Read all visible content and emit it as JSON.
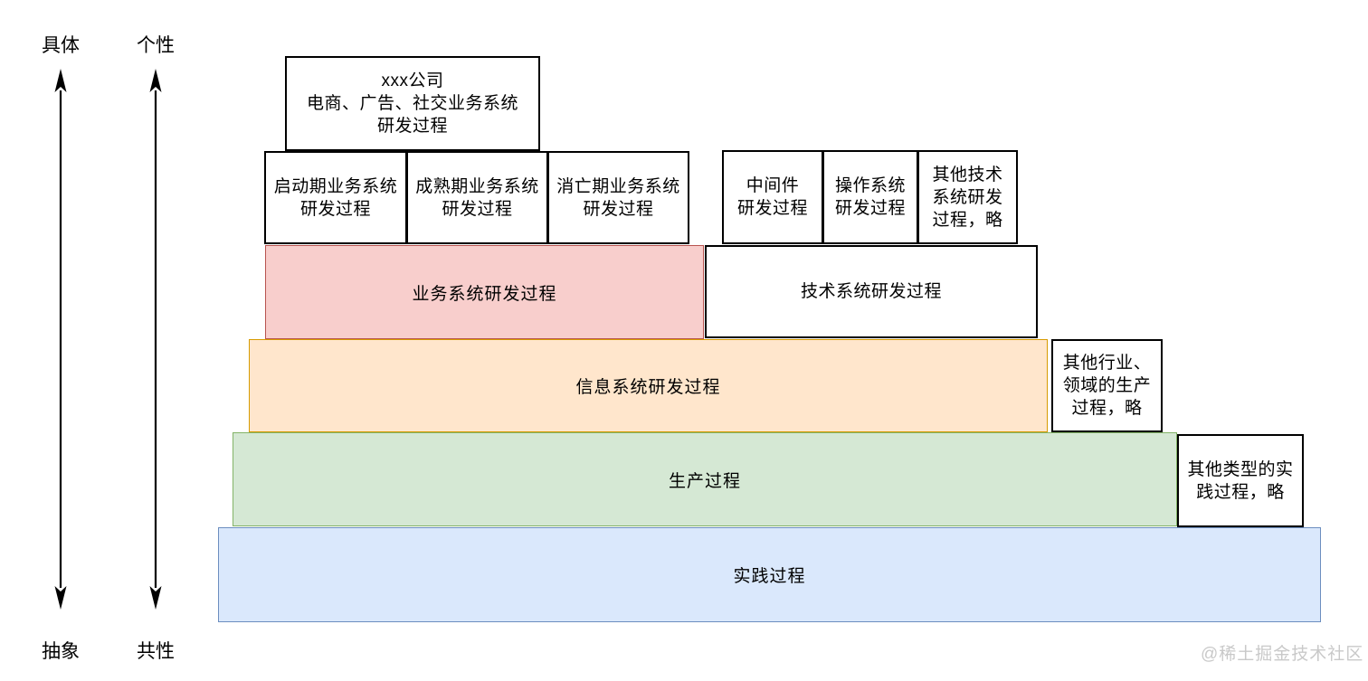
{
  "axis_labels": {
    "concrete": "具体",
    "abstract": "抽象",
    "individual": "个性",
    "common": "共性"
  },
  "boxes": {
    "company": "xxx公司\n电商、广告、社交业务系统\n研发过程",
    "startup": "启动期业务系统\n研发过程",
    "mature": "成熟期业务系统\n研发过程",
    "decline": "消亡期业务系统\n研发过程",
    "middleware": "中间件\n研发过程",
    "os": "操作系统\n研发过程",
    "other_tech": "其他技术\n系统研发\n过程，略",
    "tech_system": "技术系统研发过程",
    "other_industry": "其他行业、\n领域的生产\n过程，略",
    "other_practice": "其他类型的实\n践过程，略"
  },
  "layers": {
    "business": {
      "label": "业务系统研发过程",
      "fill": "#f8cecc",
      "stroke": "#b85450"
    },
    "info": {
      "label": "信息系统研发过程",
      "fill": "#ffe6cc",
      "stroke": "#d79b00"
    },
    "production": {
      "label": "生产过程",
      "fill": "#d5e8d4",
      "stroke": "#82b366"
    },
    "practice": {
      "label": "实践过程",
      "fill": "#dae8fc",
      "stroke": "#6c8ebf"
    }
  },
  "colors": {
    "box_border": "#000000",
    "box_fill": "#ffffff",
    "arrow": "#000000",
    "watermark": "#c9c9c9"
  },
  "watermark": "@稀土掘金技术社区"
}
